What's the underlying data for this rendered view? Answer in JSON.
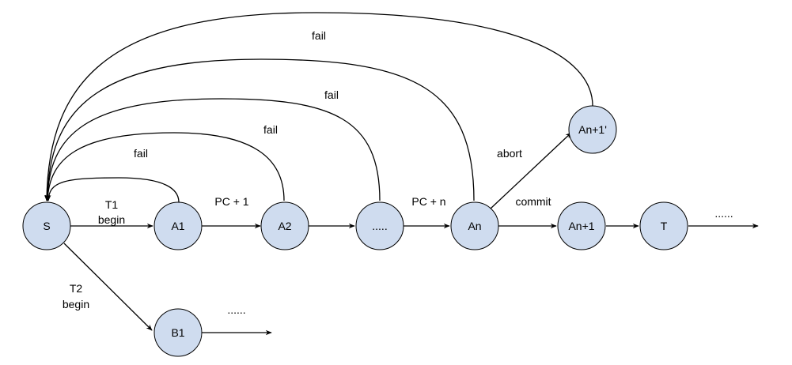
{
  "colors": {
    "node_fill": "#cfdcef",
    "stroke": "#000000",
    "background": "#ffffff"
  },
  "nodes": {
    "S": "S",
    "A1": "A1",
    "A2": "A2",
    "Adots": ".....",
    "An": "An",
    "An1": "An+1",
    "An1p": "An+1'",
    "T": "T",
    "B1": "B1"
  },
  "edge_labels": {
    "t1_begin_line1": "T1",
    "t1_begin_line2": "begin",
    "pc_plus_1": "PC + 1",
    "pc_plus_n": "PC + n",
    "commit": "commit",
    "abort": "abort",
    "t2_begin_line1": "T2",
    "t2_begin_line2": "begin",
    "fail_1": "fail",
    "fail_2": "fail",
    "fail_3": "fail",
    "fail_4": "fail",
    "ellipsis_t": "......",
    "ellipsis_b1": "......"
  }
}
